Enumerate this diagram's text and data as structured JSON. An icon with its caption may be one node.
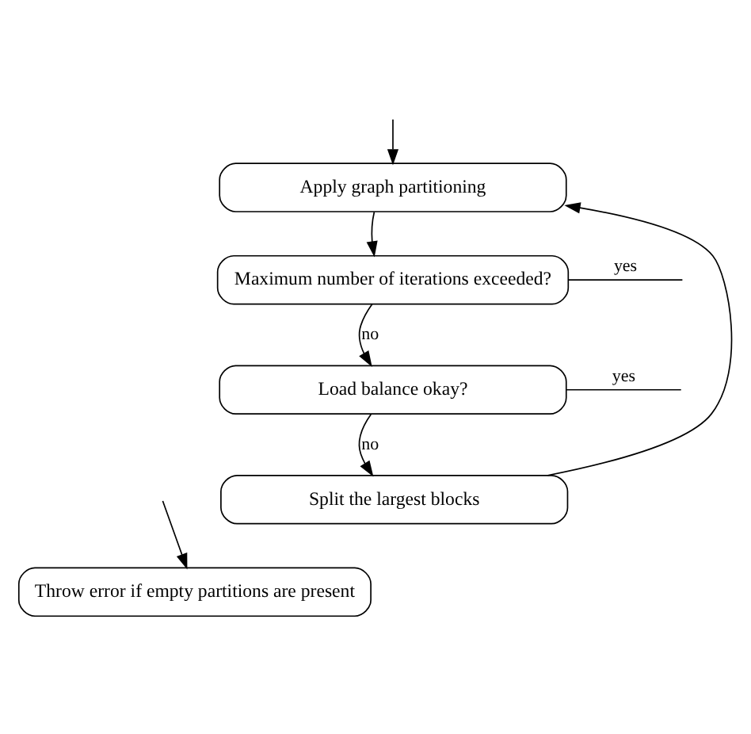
{
  "diagram": {
    "nodes": [
      {
        "text": [
          "Apply graph partitioning"
        ]
      },
      {
        "text": [
          "Maximum number of iterations exceeded?"
        ]
      },
      {
        "text": [
          "Load balance okay?"
        ]
      },
      {
        "text": [
          "Split the largest blocks"
        ]
      },
      {
        "text": [
          "Throw error if empty partitions are present"
        ]
      }
    ],
    "edges": [
      {
        "from": null,
        "to": 0,
        "arrow": "to"
      },
      {
        "from": 3,
        "to": 0,
        "arrow": "to"
      },
      {
        "from": 0,
        "to": 1,
        "arrow": "to"
      },
      {
        "from": 1,
        "to": 2,
        "arrow": "to",
        "label": "no"
      },
      {
        "from": 2,
        "to": 3,
        "arrow": "to",
        "label": "no"
      },
      {
        "from": 1,
        "to": null,
        "arrow": "none",
        "label": "yes"
      },
      {
        "from": 2,
        "to": null,
        "arrow": "none",
        "label": "yes"
      },
      {
        "from": null,
        "to": 4,
        "arrow": "to"
      }
    ]
  }
}
